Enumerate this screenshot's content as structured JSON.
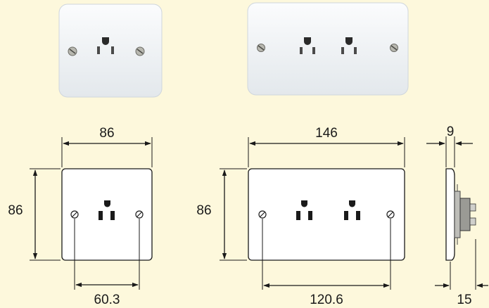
{
  "colors": {
    "background": "#fdf8dc",
    "line": "#1a1a1a",
    "plate_photo": "#f4f6f8",
    "plate_shadow": "#d8dde2"
  },
  "products": [
    {
      "name": "single-socket",
      "icon": "single-socket-photo-icon"
    },
    {
      "name": "double-socket",
      "icon": "double-socket-photo-icon"
    }
  ],
  "single": {
    "width_label": "86",
    "height_label": "86",
    "screw_spacing_label": "60.3"
  },
  "double": {
    "width_label": "146",
    "height_label": "86",
    "screw_spacing_label": "120.6"
  },
  "side": {
    "plate_depth_label": "9",
    "body_depth_label": "15"
  }
}
